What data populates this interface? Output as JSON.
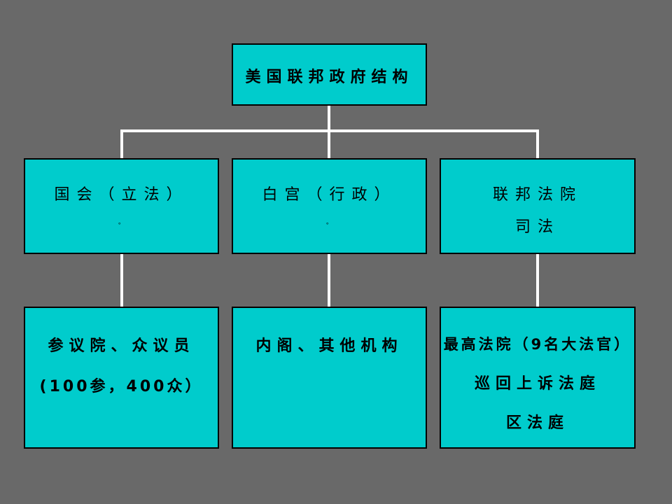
{
  "title": "美国联邦政府结构",
  "branches": {
    "congress": {
      "label": "国会（立法）",
      "mark": "。"
    },
    "white_house": {
      "label": "白宫（行政）",
      "mark": "。"
    },
    "court": {
      "line1": "联邦法院",
      "line2": "司法"
    }
  },
  "details": {
    "congress": {
      "line1": "参议院、众议员",
      "line2": "(100参，400众）"
    },
    "white_house": {
      "line1": "内阁、其他机构"
    },
    "court": {
      "line1": "最高法院（9名大法官）",
      "line2": "巡回上诉法庭",
      "line3": "区法庭"
    }
  },
  "colors": {
    "background": "#696969",
    "box": "#00CCCC",
    "connector": "#ffffff"
  }
}
